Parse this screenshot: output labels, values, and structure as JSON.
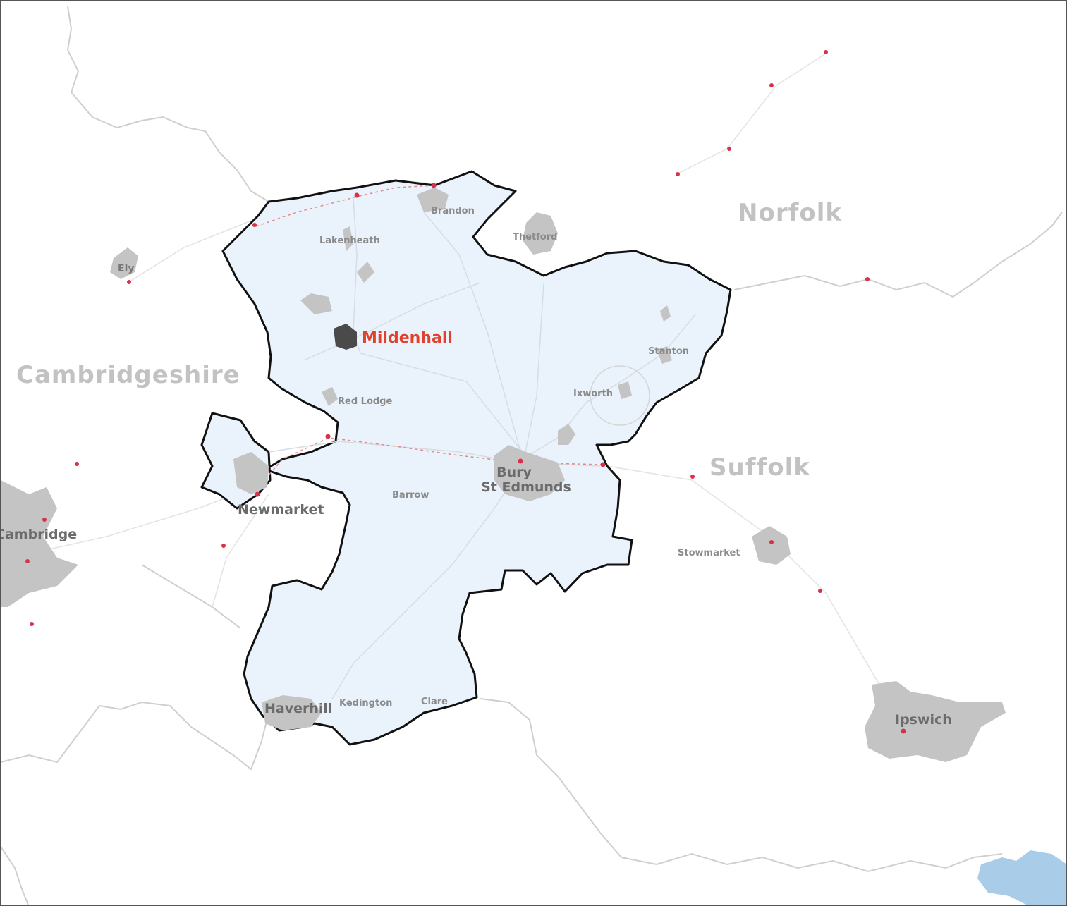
{
  "map": {
    "counties": {
      "norfolk": "Norfolk",
      "suffolk": "Suffolk",
      "cambridgeshire": "Cambridgeshire"
    },
    "highlight_town": "Mildenhall",
    "towns": {
      "brandon": "Brandon",
      "thetford": "Thetford",
      "lakenheath": "Lakenheath",
      "ely": "Ely",
      "red_lodge": "Red Lodge",
      "stanton": "Stanton",
      "ixworth": "Ixworth",
      "bury_line1": "Bury",
      "bury_line2": "St Edmunds",
      "newmarket": "Newmarket",
      "cambridge": "Cambridge",
      "barrow": "Barrow",
      "stowmarket": "Stowmarket",
      "haverhill": "Haverhill",
      "kedington": "Kedington",
      "clare": "Clare",
      "ipswich": "Ipswich"
    },
    "colors": {
      "district_fill": "#eaf3fb",
      "district_border": "#111111",
      "urban_area": "#c4c4c4",
      "highlight_urban": "#4a4a4a",
      "county_label": "#c2c2c2",
      "highlight_label": "#e0412a",
      "station_marker": "#d8314a",
      "water": "#a9cde9"
    }
  }
}
